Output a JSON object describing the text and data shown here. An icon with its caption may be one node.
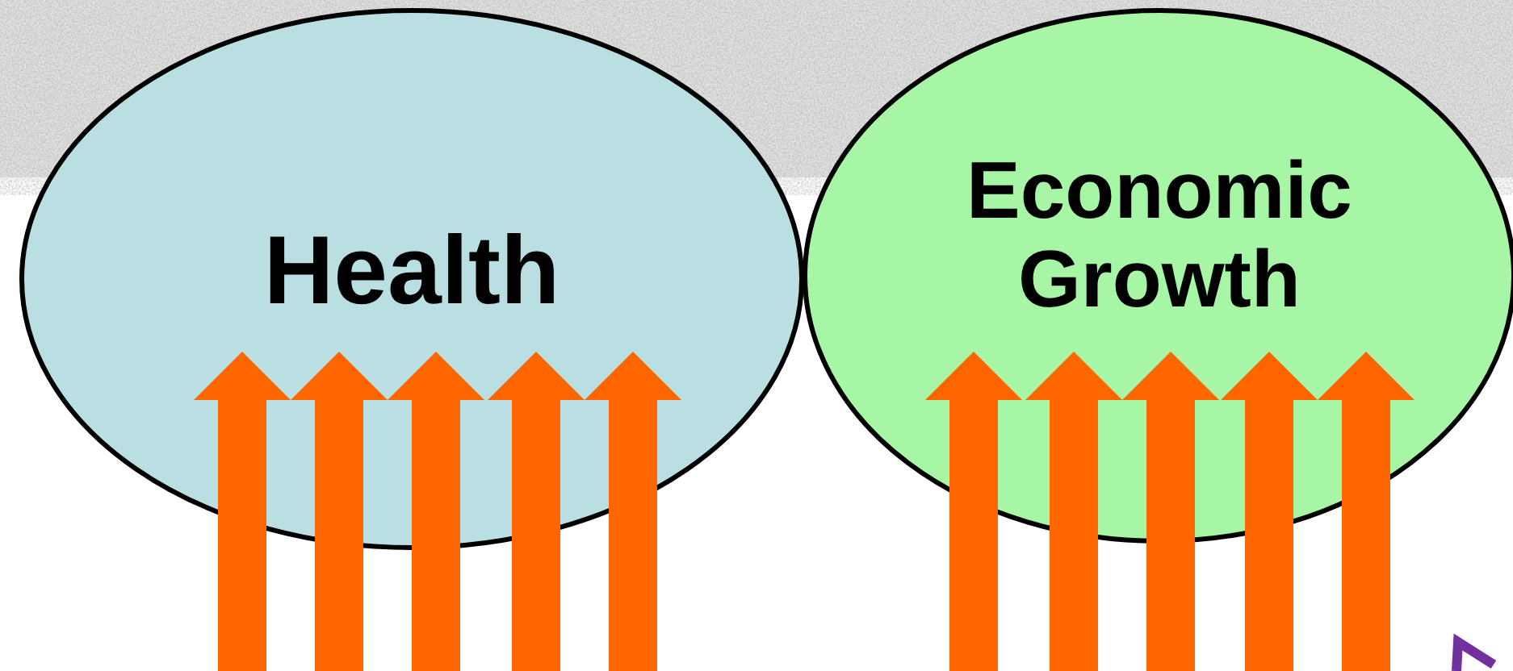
{
  "diagram": {
    "nodes": [
      {
        "text": [
          "Health"
        ]
      },
      {
        "text": [
          "Economic Growth"
        ]
      }
    ],
    "edges": [
      {
        "from": null,
        "to": 0,
        "arrow": "to"
      },
      {
        "from": null,
        "to": 0,
        "arrow": "to"
      },
      {
        "from": null,
        "to": 0,
        "arrow": "to"
      },
      {
        "from": null,
        "to": 0,
        "arrow": "to"
      },
      {
        "from": null,
        "to": 0,
        "arrow": "to"
      },
      {
        "from": null,
        "to": 1,
        "arrow": "to"
      },
      {
        "from": null,
        "to": 1,
        "arrow": "to"
      },
      {
        "from": null,
        "to": 1,
        "arrow": "to"
      },
      {
        "from": null,
        "to": 1,
        "arrow": "to"
      },
      {
        "from": null,
        "to": 1,
        "arrow": "to"
      }
    ]
  }
}
